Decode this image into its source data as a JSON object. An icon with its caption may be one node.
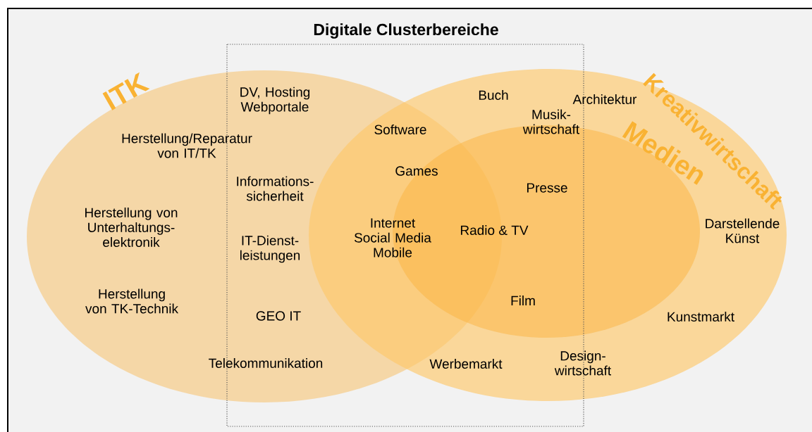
{
  "diagram": {
    "title": "Digitale Clusterbereiche",
    "nodes": [
      {
        "text": [
          "ITK"
        ]
      },
      {
        "text": [
          "Kreativwirtschaft"
        ]
      },
      {
        "text": [
          "Medien"
        ],
        "in": 1
      }
    ],
    "labels": [
      "DV, Hosting Webportale",
      "Buch",
      "Architektur",
      "Musik- wirtschaft",
      "Software",
      "Herstellung/Reparatur von IT/TK",
      "Games",
      "Presse",
      "Informations- sicherheit",
      "Herstellung von Unterhaltungs- elektronik",
      "Radio & TV",
      "Darstellende Künst",
      "Internet Social Media Mobile",
      "IT-Dienst- leistungen",
      "Film",
      "Herstellung von TK-Technik",
      "GEO IT",
      "Kunstmarkt",
      "Telekommunikation",
      "Werbemarkt",
      "Design- wirtschaft"
    ]
  }
}
